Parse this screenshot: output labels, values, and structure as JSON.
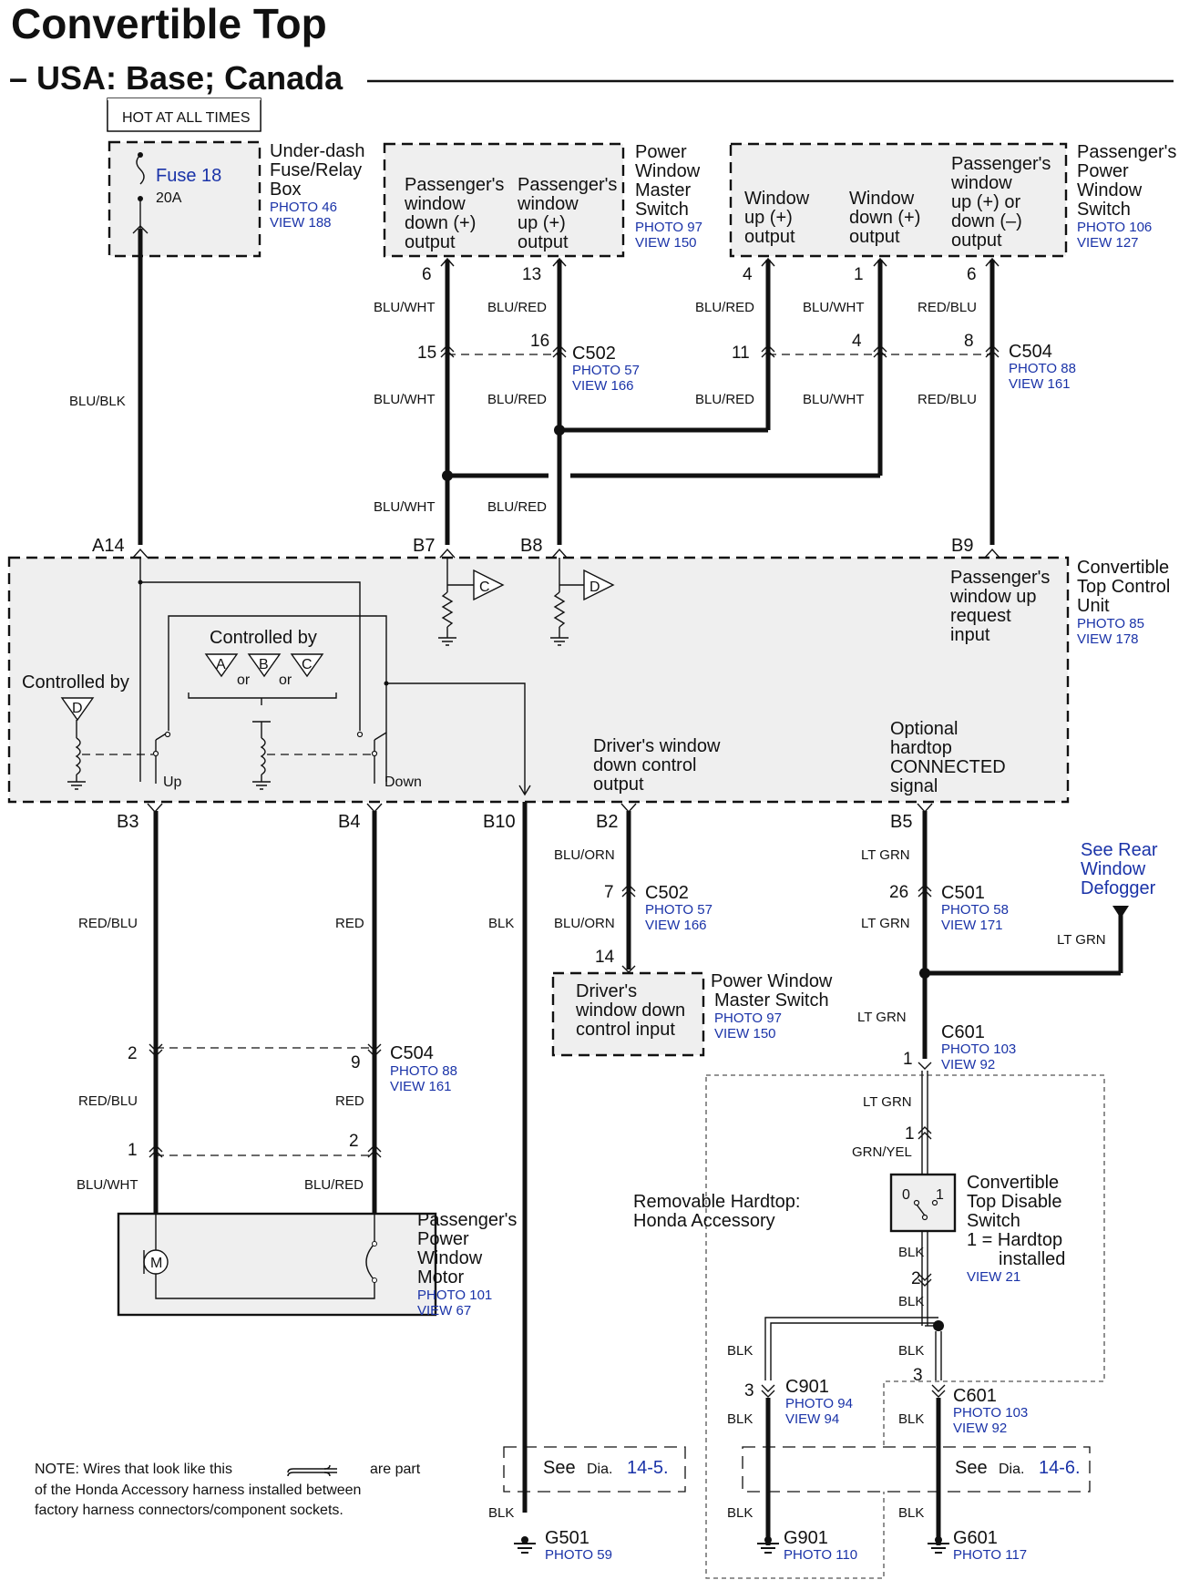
{
  "title": "Convertible Top",
  "subtitle": "– USA: Base; Canada",
  "hot_label": "HOT AT ALL TIMES",
  "fuse": {
    "name": "Fuse 18",
    "rating": "20A",
    "box_label": [
      "Under-dash",
      "Fuse/Relay",
      "Box"
    ],
    "photo": "PHOTO 46",
    "view": "VIEW 188"
  },
  "master_switch_top": {
    "label": [
      "Power",
      "Window",
      "Master",
      "Switch"
    ],
    "photo": "PHOTO 97",
    "view": "VIEW 150",
    "outputs": [
      [
        "Passenger's",
        "window",
        "down  (+)",
        "output"
      ],
      [
        "Passenger's",
        "window",
        "up (+)",
        "output"
      ]
    ],
    "pins": [
      "6",
      "13"
    ]
  },
  "passenger_switch": {
    "label": [
      "Passenger's",
      "Power",
      "Window",
      "Switch"
    ],
    "photo": "PHOTO 106",
    "view": "VIEW 127",
    "outputs": [
      [
        "Window",
        "up (+)",
        "output"
      ],
      [
        "Window",
        "down (+)",
        "output"
      ],
      [
        "Passenger's",
        "window",
        "up (+) or",
        "down (–)",
        "output"
      ]
    ],
    "pins": [
      "4",
      "1",
      "6"
    ]
  },
  "c502_top": {
    "name": "C502",
    "photo": "PHOTO 57",
    "view": "VIEW 166",
    "pins": [
      "15",
      "16"
    ]
  },
  "c504_top": {
    "name": "C504",
    "photo": "PHOTO 88",
    "view": "VIEW 161",
    "pins": [
      "11",
      "4",
      "8"
    ]
  },
  "wires": {
    "blu_blk": "BLU/BLK",
    "blu_wht": "BLU/WHT",
    "blu_red": "BLU/RED",
    "red_blu": "RED/BLU",
    "red": "RED",
    "blk": "BLK",
    "blu_orn": "BLU/ORN",
    "lt_grn": "LT GRN",
    "grn_yel": "GRN/YEL"
  },
  "control_unit": {
    "label": [
      "Convertible",
      "Top Control",
      "Unit"
    ],
    "photo": "PHOTO 85",
    "view": "VIEW 178",
    "top_pins": [
      "A14",
      "B7",
      "B8",
      "B9"
    ],
    "bottom_pins": [
      "B3",
      "B4",
      "B10",
      "B2",
      "B5"
    ],
    "passenger_request": [
      "Passenger's",
      "window up",
      "request",
      "input"
    ],
    "controlled_by": "Controlled by",
    "or": "or",
    "driver_output": [
      "Driver's window",
      "down control",
      "output"
    ],
    "hardtop_signal": [
      "Optional",
      "hardtop",
      "CONNECTED",
      "signal"
    ],
    "up": "Up",
    "down": "Down",
    "letters": [
      "A",
      "B",
      "C",
      "D"
    ]
  },
  "c502_bottom": {
    "name": "C502",
    "photo": "PHOTO 57",
    "view": "VIEW 166",
    "pins": [
      "7",
      "14"
    ]
  },
  "driver_input": {
    "box": [
      "Driver's",
      "window down",
      "control input"
    ],
    "label": [
      "Power  Window",
      "Master Switch"
    ],
    "photo": "PHOTO 97",
    "view": "VIEW 150"
  },
  "c501": {
    "name": "C501",
    "photo": "PHOTO 58",
    "view": "VIEW 171",
    "pin": "26"
  },
  "defogger": [
    "See Rear",
    "Window",
    "Defogger"
  ],
  "c601_top": {
    "name": "C601",
    "photo": "PHOTO 103",
    "view": "VIEW 92",
    "pin": "1"
  },
  "c504_bottom": {
    "name": "C504",
    "photo": "PHOTO 88",
    "view": "VIEW 161",
    "pins": [
      "2",
      "9",
      "1",
      "2"
    ]
  },
  "motor": {
    "label": [
      "Passenger's",
      "Power",
      "Window",
      "Motor"
    ],
    "photo": "PHOTO 101",
    "view": "VIEW 67",
    "symbol": "M"
  },
  "hardtop_area": [
    "Removable Hardtop:",
    "Honda Accessory"
  ],
  "disable_switch": {
    "label": [
      "Convertible",
      "Top Disable",
      "Switch",
      "1 = Hardtop",
      "installed"
    ],
    "view": "VIEW 21",
    "pins_in": [
      "1",
      "2"
    ],
    "positions": [
      "0",
      "1"
    ]
  },
  "c901": {
    "name": "C901",
    "photo": "PHOTO 94",
    "view": "VIEW 94",
    "pin": "3"
  },
  "c601_bottom": {
    "name": "C601",
    "photo": "PHOTO 103",
    "view": "VIEW 92",
    "pin": "3"
  },
  "see_dia": [
    {
      "prefix": "See",
      "dia": "Dia.",
      "ref": "14-5."
    },
    {
      "prefix": "See",
      "dia": "Dia.",
      "ref": "14-6."
    }
  ],
  "grounds": [
    {
      "name": "G501",
      "photo": "PHOTO 59"
    },
    {
      "name": "G901",
      "photo": "PHOTO 110"
    },
    {
      "name": "G601",
      "photo": "PHOTO 117"
    }
  ],
  "note": [
    "NOTE: Wires that look like this",
    "are part",
    "of the Honda Accessory harness installed between",
    "factory harness connectors/component sockets."
  ],
  "colors": {
    "link": "#1a33a8",
    "wire": "#111111",
    "shade": "#efefef"
  }
}
